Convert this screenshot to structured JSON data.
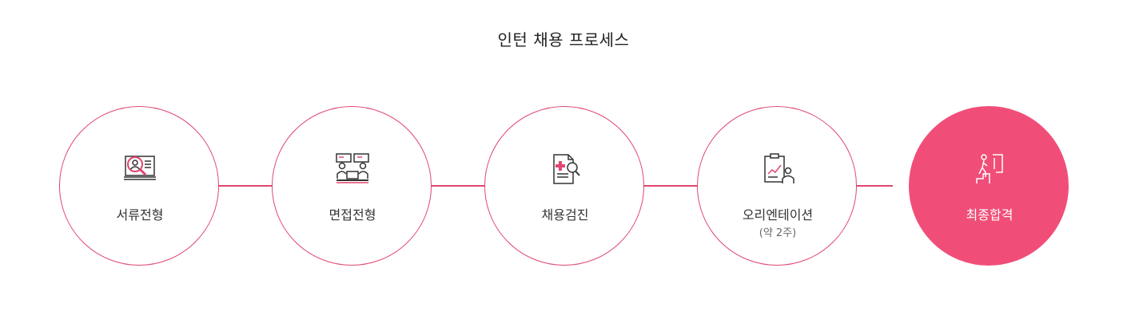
{
  "title": "인턴 채용 프로세스",
  "colors": {
    "accent": "#e0466f",
    "final_fill": "#f04e78"
  },
  "steps": [
    {
      "label": "서류전형",
      "sublabel": "",
      "icon": "document-magnifier-icon"
    },
    {
      "label": "면접전형",
      "sublabel": "",
      "icon": "interview-icon"
    },
    {
      "label": "채용검진",
      "sublabel": "",
      "icon": "medical-checkup-icon"
    },
    {
      "label": "오리엔테이션",
      "sublabel": "(약 2주)",
      "icon": "clipboard-presenter-icon"
    },
    {
      "label": "최종합격",
      "sublabel": "",
      "icon": "stairs-climber-icon"
    }
  ]
}
